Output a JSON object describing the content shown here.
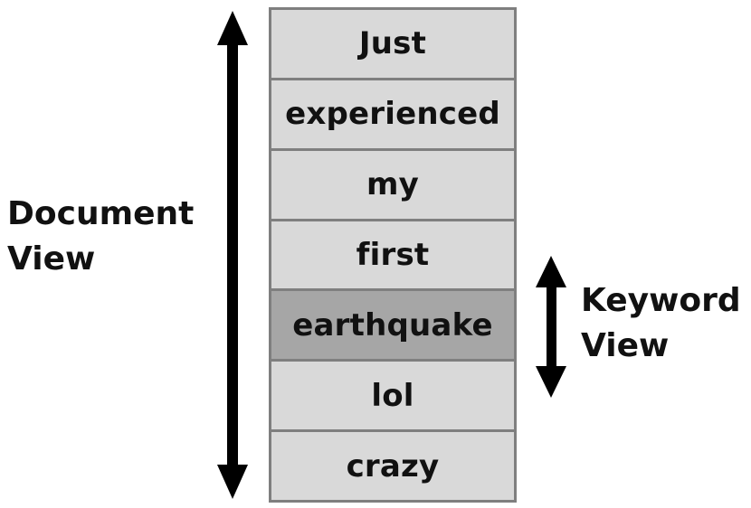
{
  "labels": {
    "document_view": [
      "Document",
      "View"
    ],
    "keyword_view": [
      "Keyword",
      "View"
    ]
  },
  "words": [
    "Just",
    "experienced",
    "my",
    "first",
    "earthquake",
    "lol",
    "crazy"
  ],
  "highlighted_word": "earthquake",
  "colors": {
    "cell": "#d9d9d9",
    "highlight": "#a6a6a6",
    "border": "#7f7f7f",
    "arrow": "#000000"
  }
}
